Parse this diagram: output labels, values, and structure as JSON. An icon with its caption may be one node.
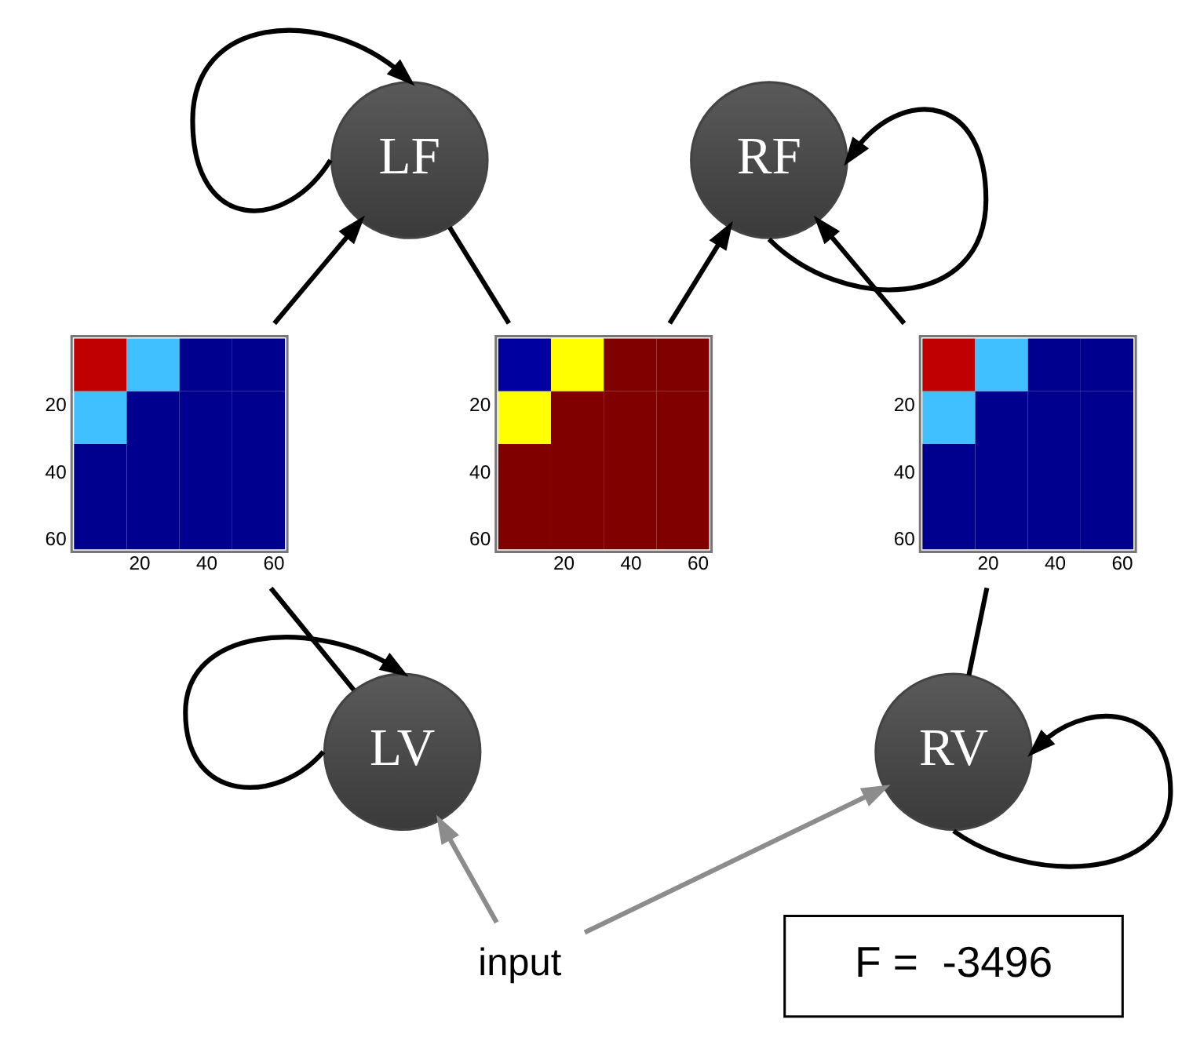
{
  "diagram": {
    "nodes": [
      {
        "text": [
          "20",
          "40",
          "60",
          "20",
          "40",
          "60"
        ]
      },
      {
        "text": [
          "LF"
        ]
      },
      {
        "text": [
          "RF"
        ]
      },
      {
        "text": [
          "20",
          "40",
          "60",
          "20",
          "40",
          "60"
        ]
      },
      {
        "text": [
          "20",
          "40",
          "60",
          "20",
          "40",
          "60"
        ]
      },
      {
        "text": [
          "LV"
        ]
      },
      {
        "text": [
          "RV"
        ]
      },
      {
        "text": [
          "input"
        ]
      },
      {
        "text": [
          "F =  -3496"
        ]
      }
    ],
    "edges": [
      {
        "from": 1,
        "to": 1,
        "arrow": "to"
      },
      {
        "from": 1,
        "to": 0,
        "arrow": "none"
      },
      {
        "from": 0,
        "to": 2,
        "arrow": "to"
      },
      {
        "from": 2,
        "to": 2,
        "arrow": "to"
      },
      {
        "from": 3,
        "to": 1,
        "arrow": "to"
      },
      {
        "from": 4,
        "to": 2,
        "arrow": "to"
      },
      {
        "from": 5,
        "to": 3,
        "arrow": "none"
      },
      {
        "from": 6,
        "to": 4,
        "arrow": "none"
      },
      {
        "from": 5,
        "to": 5,
        "arrow": "to"
      },
      {
        "from": 6,
        "to": 6,
        "arrow": "to"
      },
      {
        "from": 7,
        "to": 5,
        "arrow": "to",
        "color": "#8c8c8c"
      },
      {
        "from": 7,
        "to": 6,
        "arrow": "to",
        "color": "#8c8c8c"
      }
    ]
  }
}
